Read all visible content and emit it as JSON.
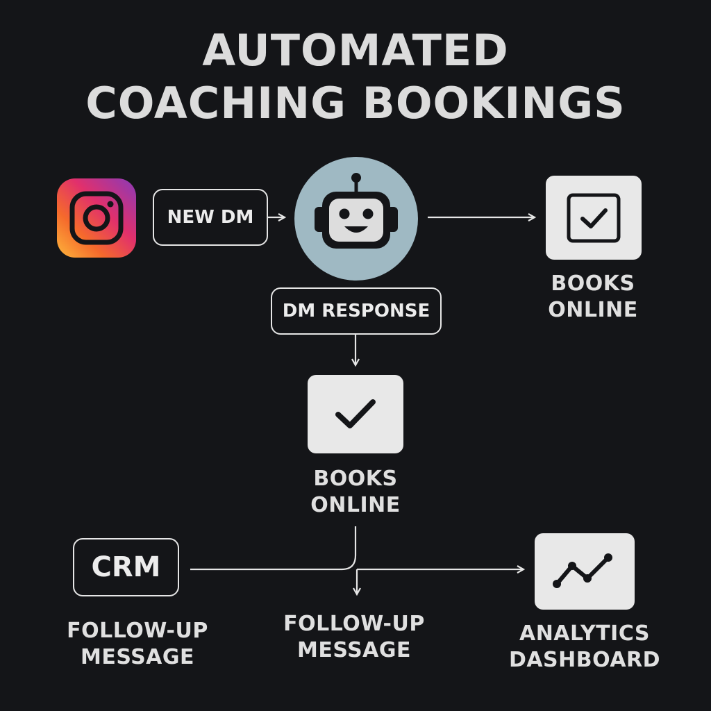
{
  "title": {
    "line1": "AUTOMATED",
    "line2": "COACHING BOOKINGS"
  },
  "nodes": {
    "new_dm": "NEW DM",
    "dm_response": "DM RESPONSE",
    "books_online_right": {
      "line1": "BOOKS",
      "line2": "ONLINE"
    },
    "books_online_center": {
      "line1": "BOOKS",
      "line2": "ONLINE"
    },
    "crm": "CRM",
    "follow_up_left": {
      "line1": "FOLLOW-UP",
      "line2": "MESSAGE"
    },
    "follow_up_center": {
      "line1": "FOLLOW-UP",
      "line2": "MESSAGE"
    },
    "analytics": {
      "line1": "ANALYTICS",
      "line2": "DASHBOARD"
    }
  },
  "icons": {
    "instagram": "instagram-icon",
    "chatbot": "robot-icon",
    "booking_check": "checkmark-icon",
    "analytics": "line-chart-icon"
  },
  "colors": {
    "background": "#141518",
    "foreground": "#e6e6e6",
    "robot_circle": "#9fb9c3",
    "card": "#e8e8e8"
  }
}
